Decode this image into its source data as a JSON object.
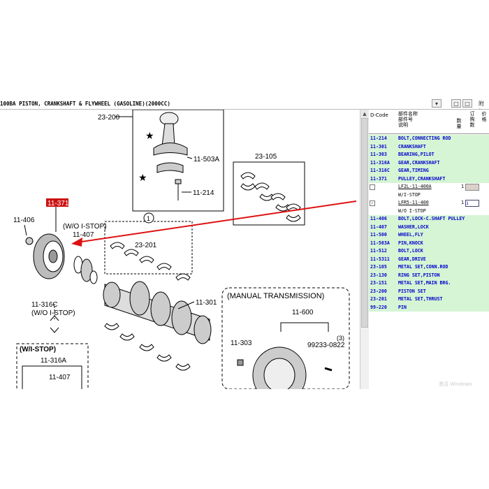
{
  "window": {
    "title": "100BA  PISTON, CRANKSHAFT & FLYWHEEL (GASOLINE)(2000CC)",
    "right_label": "附加",
    "buttons": [
      "▾",
      "□",
      "□"
    ]
  },
  "diagram": {
    "labels": {
      "l23200": "23-200",
      "l11503a": "11-503A",
      "l11214": "11-214",
      "l23105": "23-105",
      "l11371": "11-371",
      "l11406": "11-406",
      "wo_istop": "(W/O I-STOP)",
      "l11407": "11-407",
      "l23201": "23-201",
      "l11316c": "11-316C",
      "wi_stop": "(W/I-STOP)",
      "l11316a": "11-316A",
      "l11407b": "11-407",
      "l11301": "11-301",
      "manual_trans": "(MANUAL TRANSMISSION)",
      "l11600": "11-600",
      "l11303": "11-303",
      "note3": "(3)",
      "l99233": "99233-0822",
      "circle1": "1"
    }
  },
  "parts_list": {
    "headers": {
      "dcode": "D-Code",
      "name_line1": "部件名称",
      "name_line2": "部件号",
      "name_line3": "说明",
      "qty": "数量",
      "order_qty": "订购数",
      "price": "价格"
    },
    "rows": [
      {
        "code": "11-214",
        "name": "BOLT,CONNECTING ROD"
      },
      {
        "code": "11-301",
        "name": "CRANKSHAFT"
      },
      {
        "code": "11-303",
        "name": "BEARING,PILOT"
      },
      {
        "code": "11-316A",
        "name": "GEAR,CRANKSHAFT"
      },
      {
        "code": "11-316C",
        "name": "GEAR,TIMING"
      },
      {
        "code": "11-371",
        "name": "PULLEY,CRANKSHAFT"
      }
    ],
    "sub_rows": [
      {
        "check": "",
        "part": "LF2L-11-400A",
        "desc": "W/I-STOP",
        "qty": "1",
        "order": ""
      },
      {
        "check": "✓",
        "part": "LFR5-11-400",
        "desc": "W/O I-STOP",
        "qty": "1",
        "order": "1"
      }
    ],
    "rows2": [
      {
        "code": "11-406",
        "name": "BOLT,LOCK-C.SHAFT PULLEY"
      },
      {
        "code": "11-407",
        "name": "WASHER,LOCK"
      },
      {
        "code": "11-500",
        "name": "WHEEL,FLY"
      },
      {
        "code": "11-503A",
        "name": "PIN,KNOCK"
      },
      {
        "code": "11-512",
        "name": "BOLT,LOCK"
      },
      {
        "code": "11-5311",
        "name": "GEAR,DRIVE"
      },
      {
        "code": "23-105",
        "name": "METAL SET,CONN.ROD"
      },
      {
        "code": "23-130",
        "name": "RING SET,PISTON"
      },
      {
        "code": "23-151",
        "name": "METAL SET,MAIN BRG."
      },
      {
        "code": "23-200",
        "name": "PISTON SET"
      },
      {
        "code": "23-201",
        "name": "METAL SET,THRUST"
      },
      {
        "code": "99-220",
        "name": "PIN"
      }
    ]
  },
  "watermark": "激活 Windows",
  "colors": {
    "highlight_red": "#cc1111",
    "row_green": "#d5f5d5",
    "link_blue": "#0000cc"
  }
}
